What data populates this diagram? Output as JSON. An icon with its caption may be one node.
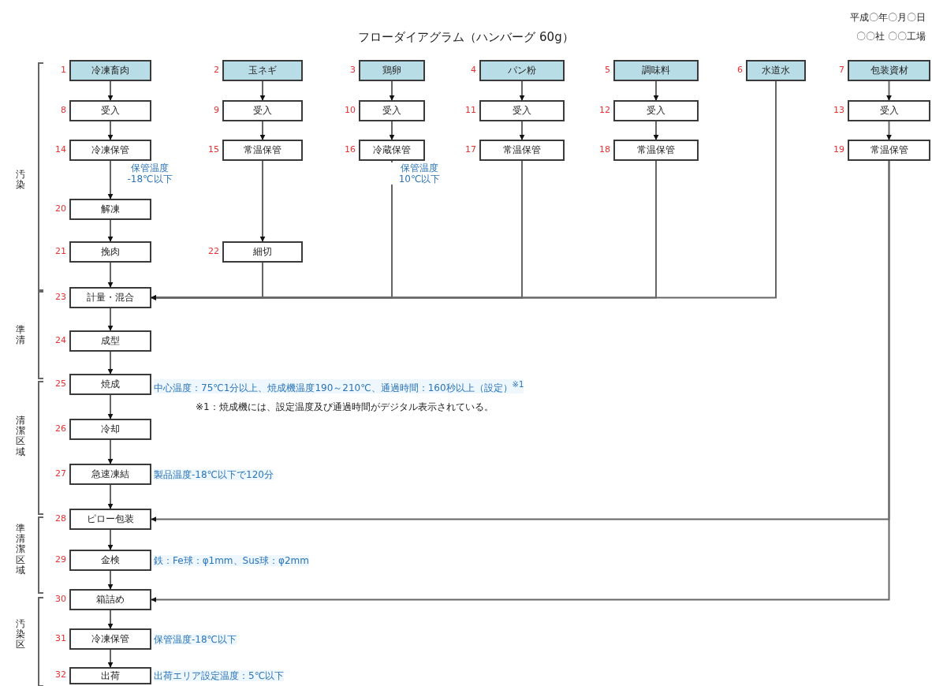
{
  "diagram": {
    "title": "フローダイアグラム（ハンバーグ 60g）",
    "nodes": [
      {
        "text": [
          "冷凍畜肉"
        ],
        "beside": [
          "1"
        ]
      },
      {
        "text": [
          "玉ネギ"
        ],
        "beside": [
          "2"
        ]
      },
      {
        "text": [
          "鶏卵"
        ],
        "beside": [
          "3"
        ]
      },
      {
        "text": [
          "パン粉"
        ],
        "beside": [
          "4"
        ]
      },
      {
        "text": [
          "調味料"
        ],
        "beside": [
          "5"
        ]
      },
      {
        "text": [
          "水道水"
        ],
        "beside": [
          "6"
        ]
      },
      {
        "text": [
          "包装資材"
        ],
        "beside": [
          "7"
        ]
      },
      {
        "text": [
          "受入"
        ],
        "beside": [
          "8"
        ]
      },
      {
        "text": [
          "受入"
        ],
        "beside": [
          "9"
        ]
      },
      {
        "text": [
          "受入"
        ],
        "beside": [
          "10"
        ]
      },
      {
        "text": [
          "受入"
        ],
        "beside": [
          "11"
        ]
      },
      {
        "text": [
          "受入"
        ],
        "beside": [
          "12"
        ]
      },
      {
        "text": [
          "受入"
        ],
        "beside": [
          "13"
        ]
      },
      {
        "text": [
          "冷凍保管"
        ],
        "beside": [
          "14",
          "保管温度 -18℃以下"
        ]
      },
      {
        "text": [
          "常温保管"
        ],
        "beside": [
          "15"
        ]
      },
      {
        "text": [
          "冷蔵保管"
        ],
        "beside": [
          "16",
          "保管温度 10℃以下"
        ]
      },
      {
        "text": [
          "常温保管"
        ],
        "beside": [
          "17"
        ]
      },
      {
        "text": [
          "常温保管"
        ],
        "beside": [
          "18"
        ]
      },
      {
        "text": [
          "常温保管"
        ],
        "beside": [
          "19"
        ]
      },
      {
        "text": [
          "解凍"
        ],
        "beside": [
          "20"
        ]
      },
      {
        "text": [
          "挽肉"
        ],
        "beside": [
          "21"
        ]
      },
      {
        "text": [
          "細切"
        ],
        "beside": [
          "22"
        ]
      },
      {
        "text": [
          "計量・混合"
        ],
        "beside": [
          "23"
        ]
      },
      {
        "text": [
          "成型"
        ],
        "beside": [
          "24"
        ]
      },
      {
        "text": [
          "焼成"
        ],
        "beside": [
          "25",
          "中心温度：75℃1分以上、焼成機温度190～210℃、通過時間：160秒以上（設定）$^{※1}$"
        ]
      },
      {
        "text": [
          "冷却"
        ],
        "beside": [
          "26"
        ]
      },
      {
        "text": [
          "急速凍結"
        ],
        "beside": [
          "27",
          "製品温度-18℃以下で120分"
        ]
      },
      {
        "text": [
          "ピロー包装"
        ],
        "beside": [
          "28"
        ]
      },
      {
        "text": [
          "金検"
        ],
        "beside": [
          "29",
          "鉄：Fe球：φ1mm、Sus球：φ2mm"
        ]
      },
      {
        "text": [
          "箱詰め"
        ],
        "beside": [
          "30"
        ]
      },
      {
        "text": [
          "冷凍保管"
        ],
        "beside": [
          "31",
          "保管温度-18℃以下"
        ]
      },
      {
        "text": [
          "出荷"
        ],
        "beside": [
          "32",
          "出荷エリア設定温度：5℃以下"
        ]
      }
    ],
    "edges": [
      {
        "from": 0,
        "to": 7,
        "arrow": "to"
      },
      {
        "from": 7,
        "to": 13,
        "arrow": "to"
      },
      {
        "from": 13,
        "to": 19,
        "arrow": "to"
      },
      {
        "from": 19,
        "to": 20,
        "arrow": "to"
      },
      {
        "from": 20,
        "to": 22,
        "arrow": "to"
      },
      {
        "from": 1,
        "to": 8,
        "arrow": "to"
      },
      {
        "from": 8,
        "to": 14,
        "arrow": "to"
      },
      {
        "from": 14,
        "to": 21,
        "arrow": "to"
      },
      {
        "from": 21,
        "to": 22,
        "arrow": "to"
      },
      {
        "from": 2,
        "to": 9,
        "arrow": "to"
      },
      {
        "from": 9,
        "to": 15,
        "arrow": "to"
      },
      {
        "from": 15,
        "to": 22,
        "arrow": "to"
      },
      {
        "from": 3,
        "to": 10,
        "arrow": "to"
      },
      {
        "from": 10,
        "to": 16,
        "arrow": "to"
      },
      {
        "from": 16,
        "to": 22,
        "arrow": "to"
      },
      {
        "from": 4,
        "to": 11,
        "arrow": "to"
      },
      {
        "from": 11,
        "to": 17,
        "arrow": "to"
      },
      {
        "from": 17,
        "to": 22,
        "arrow": "to"
      },
      {
        "from": 5,
        "to": 22,
        "arrow": "to"
      },
      {
        "from": 6,
        "to": 12,
        "arrow": "to"
      },
      {
        "from": 12,
        "to": 18,
        "arrow": "to"
      },
      {
        "from": 18,
        "to": 27,
        "arrow": "to"
      },
      {
        "from": 18,
        "to": 29,
        "arrow": "to"
      },
      {
        "from": 22,
        "to": 23,
        "arrow": "to"
      },
      {
        "from": 23,
        "to": 24,
        "arrow": "to"
      },
      {
        "from": 24,
        "to": 25,
        "arrow": "to"
      },
      {
        "from": 25,
        "to": 26,
        "arrow": "to"
      },
      {
        "from": 26,
        "to": 27,
        "arrow": "to"
      },
      {
        "from": 27,
        "to": 28,
        "arrow": "to"
      },
      {
        "from": 28,
        "to": 29,
        "arrow": "to"
      },
      {
        "from": 29,
        "to": 30,
        "arrow": "to"
      },
      {
        "from": 30,
        "to": 31,
        "arrow": "to"
      }
    ],
    "labels": [
      "平成〇年〇月〇日",
      "〇〇社 〇〇工場",
      "汚染",
      "準清",
      "※1：焼成機には、設定温度及び通過時間がデジタル表示されている。",
      "清潔区域",
      "準清潔区域",
      "汚染区"
    ]
  }
}
